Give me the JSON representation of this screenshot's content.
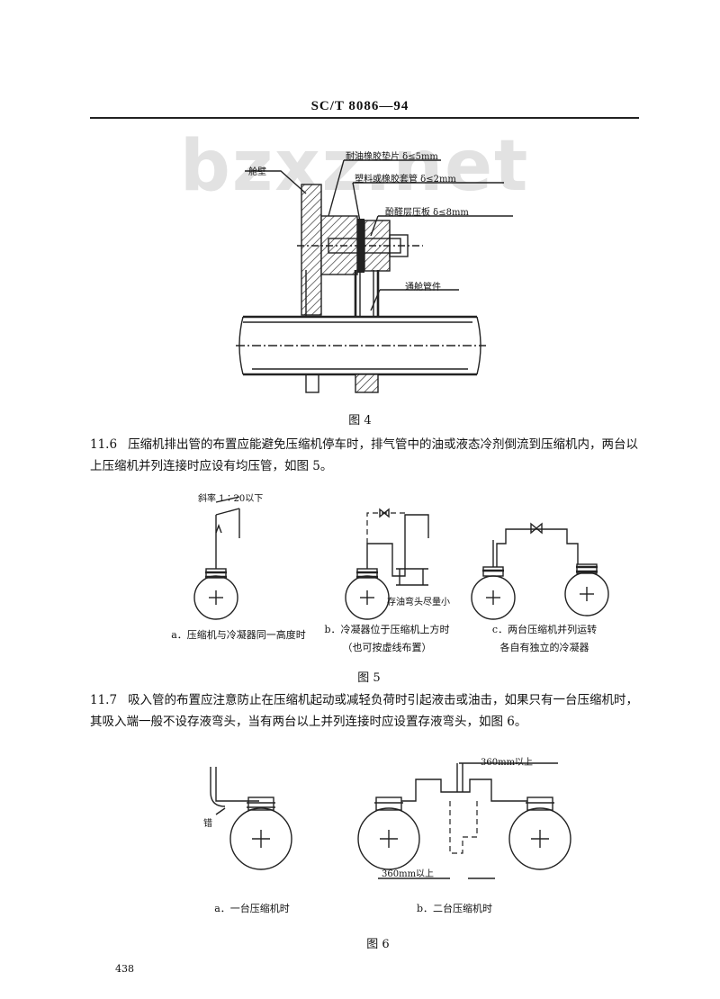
{
  "header": {
    "standard_no": "SC/T  8086—94"
  },
  "watermark": "bzxz.net",
  "figure4": {
    "caption": "图 4",
    "labels": {
      "bulkhead": "舱壁",
      "oil_rubber_pad": "耐油橡胶垫片 δ≤5mm",
      "plastic_sleeve": "塑料或橡胶套管 δ≤2mm",
      "phenolic_board": "酚醛层压板 δ≤8mm",
      "through_fitting": "通舱管件"
    }
  },
  "section_11_6": {
    "number": "11.6",
    "text": "压缩机排出管的布置应能避免压缩机停车时，排气管中的油或液态冷剂倒流到压缩机内，两台以上压缩机并列连接时应设有均压管，如图 5。"
  },
  "figure5": {
    "caption": "图 5",
    "slope_label": "斜率 1∶20以下",
    "oil_bend_label": "存油弯头尽量小",
    "sub_a": "a．压缩机与冷凝器同一高度时",
    "sub_b_line1": "b．冷凝器位于压缩机上方时",
    "sub_b_line2": "（也可按虚线布置）",
    "sub_c_line1": "c．两台压缩机并列运转",
    "sub_c_line2": "各自有独立的冷凝器"
  },
  "section_11_7": {
    "number": "11.7",
    "text_line1": "吸入管的布置应注意防止在压缩机起动或减轻负荷时引起液击或油击，如果只有一台压缩机时，",
    "text_line2": "其吸入端一般不设存液弯头，当有两台以上并列连接时应设置存液弯头，如图 6。"
  },
  "figure6": {
    "caption": "图 6",
    "wrong_label": "错",
    "dim_top": "360mm以上",
    "dim_bottom": "360mm以上",
    "sub_a": "a．一台压缩机时",
    "sub_b": "b．二台压缩机时"
  },
  "page_number": "438"
}
